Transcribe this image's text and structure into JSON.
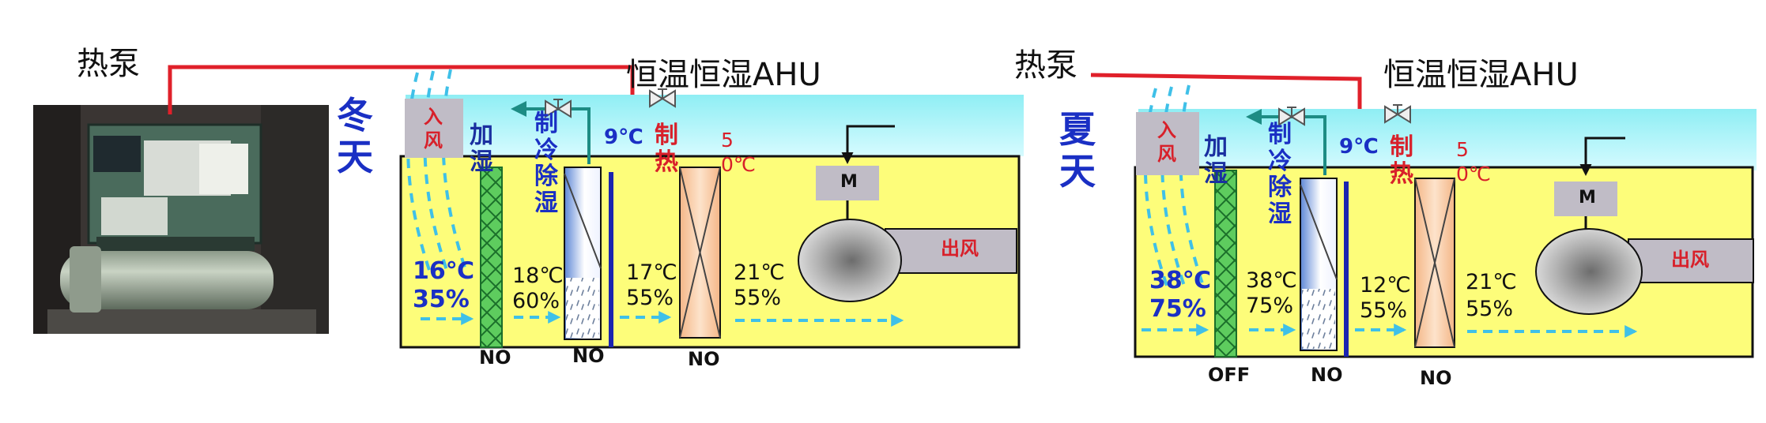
{
  "winter": {
    "heat_pump": "热泵",
    "ahu_title": "恒温恒湿AHU",
    "season": "冬天",
    "inlet": "入风",
    "humidify": "加湿",
    "cool_dehumidify": "制冷除湿",
    "cool_temp": "9℃",
    "heat": "制热",
    "heat_temp": "50℃",
    "motor": "M",
    "outlet": "出风",
    "stages": [
      {
        "temp": "16℃",
        "rh": "35%"
      },
      {
        "temp": "18℃",
        "rh": "60%"
      },
      {
        "temp": "17℃",
        "rh": "55%"
      },
      {
        "temp": "21℃",
        "rh": "55%"
      }
    ],
    "states": [
      "NO",
      "NO",
      "NO"
    ]
  },
  "summer": {
    "heat_pump": "热泵",
    "ahu_title": "恒温恒湿AHU",
    "season": "夏天",
    "inlet": "入风",
    "humidify": "加湿",
    "cool_dehumidify": "制冷除湿",
    "cool_temp": "9℃",
    "heat": "制热",
    "heat_temp": "50℃",
    "motor": "M",
    "outlet": "出风",
    "stages": [
      {
        "temp": "38℃",
        "rh": "75%"
      },
      {
        "temp": "38℃",
        "rh": "75%"
      },
      {
        "temp": "12℃",
        "rh": "55%"
      },
      {
        "temp": "21℃",
        "rh": "55%"
      }
    ],
    "states": [
      "OFF",
      "NO",
      "NO"
    ]
  },
  "colors": {
    "casing": "#fdfd7a",
    "sky": "#aef4f8",
    "pipe_red": "#e0202a",
    "pipe_teal": "#1d8c84",
    "flow_arrow": "#3fc0e8",
    "humidifier": "#5ecc5e",
    "heater": "#f7c69a",
    "coil_blue": "#6a8fd8",
    "plate_blue": "#1b24b0",
    "fan_grey": "#9a9a9a",
    "label_box": "#c0bcc6"
  }
}
